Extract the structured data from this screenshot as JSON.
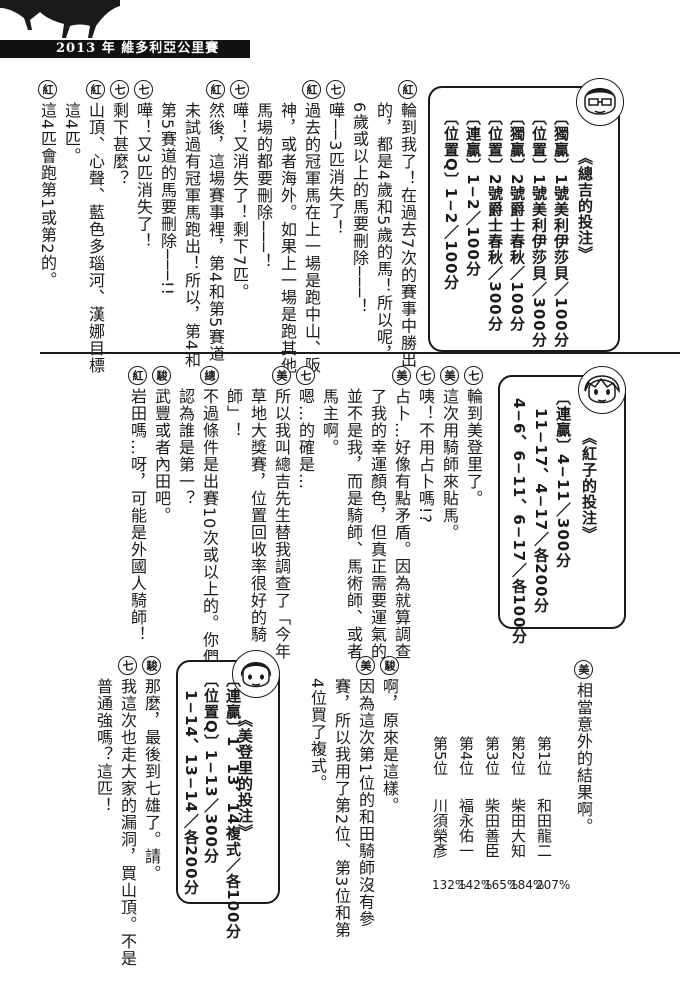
{
  "header": {
    "title": "2013 年 維多利亞公里賽"
  },
  "section1": {
    "box": {
      "title": "《總吉的投注》",
      "lines": [
        "〔獨贏〕1號美利伊莎貝／100分",
        "〔位置〕1號美利伊莎貝／300分",
        "〔獨贏〕2號爵士春秋／100分",
        "〔位置〕2號爵士春秋／300分",
        "〔連贏〕1−2／100分",
        "〔位置Q〕1−2／100分"
      ]
    },
    "dialogue": [
      {
        "speaker": "紅",
        "lines": [
          "輪到我了！在過去7次的賽事中勝出",
          "的，都是4歲和5歲的馬！所以呢，",
          "6歲或以上的馬要刪除───！"
        ]
      },
      {
        "speaker": "七",
        "lines": [
          "嘩──3匹消失了！"
        ]
      },
      {
        "speaker": "紅",
        "lines": [
          "過去的冠軍馬在上一場是跑中山、阪",
          "神，或者海外。如果上一場是跑其他",
          "馬場的都要刪除───！"
        ]
      },
      {
        "speaker": "七",
        "lines": [
          "嘩！又消失了！剩下7匹。"
        ]
      },
      {
        "speaker": "紅",
        "lines": [
          "然後，這場賽事裡，第4和第5賽道",
          "未試過有冠軍馬跑出！所以，第4和",
          "第5賽道的馬要刪除───!!"
        ]
      },
      {
        "speaker": "七",
        "lines": [
          "嘩！又3匹消失了！"
        ]
      },
      {
        "speaker": "七",
        "lines": [
          "剩下甚麼？"
        ]
      },
      {
        "speaker": "紅",
        "lines": [
          "山頂、心聲、藍色多瑙河、漢娜目標",
          "這4匹。"
        ]
      },
      {
        "speaker": "紅",
        "lines": [
          "這4匹會跑第1或第2的。"
        ]
      }
    ]
  },
  "section2": {
    "box": {
      "title": "《紅子的投注》",
      "lines": [
        "〔連贏〕4−11／300分",
        "11−17、4−17／各200分",
        "4−6、6−11、6−17／各100分"
      ]
    },
    "dialogue": [
      {
        "speaker": "七",
        "lines": [
          "輪到美登里了。"
        ]
      },
      {
        "speaker": "美",
        "lines": [
          "這次用騎師來貼馬。"
        ]
      },
      {
        "speaker": "七",
        "lines": [
          "咦！不用占卜嗎!?"
        ]
      },
      {
        "speaker": "美",
        "lines": [
          "占卜…好像有點矛盾。因為就算調查",
          "了我的幸運顏色，但真正需要運氣的",
          "並不是我，而是騎師、馬術師、或者",
          "馬主啊。"
        ]
      },
      {
        "speaker": "七",
        "lines": [
          "嗯…的確是…"
        ]
      },
      {
        "speaker": "美",
        "lines": [
          "所以我叫總吉先生替我調查了「今年",
          "草地大獎賽，位置回收率很好的騎",
          "師」！"
        ]
      },
      {
        "speaker": "總",
        "lines": [
          "不過條件是出賽10次或以上的。你們",
          "認為誰是第一？"
        ]
      },
      {
        "speaker": "駿",
        "lines": [
          "武豐或者內田吧。"
        ]
      },
      {
        "speaker": "紅",
        "lines": [
          "岩田嗎…呀，可能是外國人騎師！"
        ]
      }
    ]
  },
  "section3": {
    "box": {
      "title": "《美登里的投注》",
      "lines": [
        "〔連贏〕1、13、14複式／各100分",
        "〔位置Q〕1−13／300分",
        "1−14、13−14／各200分"
      ]
    },
    "dialogue": [
      {
        "speaker": "美",
        "lines": [
          "相當意外的結果啊。"
        ]
      },
      {
        "speaker": "駿",
        "lines": [
          "啊，原來是這樣。"
        ]
      },
      {
        "speaker": "美",
        "lines": [
          "因為這次第1位的和田騎師沒有參",
          "賽，所以我用了第2位、第3位和第",
          "4位買了複式。"
        ]
      },
      {
        "speaker": "駿",
        "lines": [
          "那麼，最後到七雄了。請。"
        ]
      },
      {
        "speaker": "七",
        "lines": [
          "我這次也走大家的漏洞，買山頂。不是",
          "普通強嗎？這匹！"
        ]
      }
    ],
    "ranking": [
      {
        "rank": "第1位",
        "name": "和田龍二",
        "pct": "207%"
      },
      {
        "rank": "第2位",
        "name": "柴田大知",
        "pct": "184%"
      },
      {
        "rank": "第3位",
        "name": "柴田善臣",
        "pct": "165%"
      },
      {
        "rank": "第4位",
        "name": "福永佑一",
        "pct": "142%"
      },
      {
        "rank": "第5位",
        "name": "川須榮彥",
        "pct": "132%"
      }
    ]
  }
}
